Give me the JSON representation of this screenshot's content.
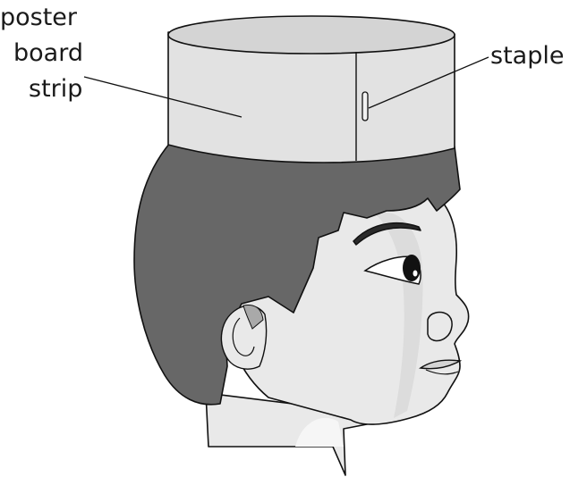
{
  "labels": {
    "poster_board_strip": [
      "poster",
      "board",
      "strip"
    ],
    "staple": "staple"
  },
  "colors": {
    "hair": "#676767",
    "skin": "#e9e9e9",
    "band_side": "#e2e2e2",
    "band_top": "#d4d4d4",
    "outline": "#111111"
  }
}
